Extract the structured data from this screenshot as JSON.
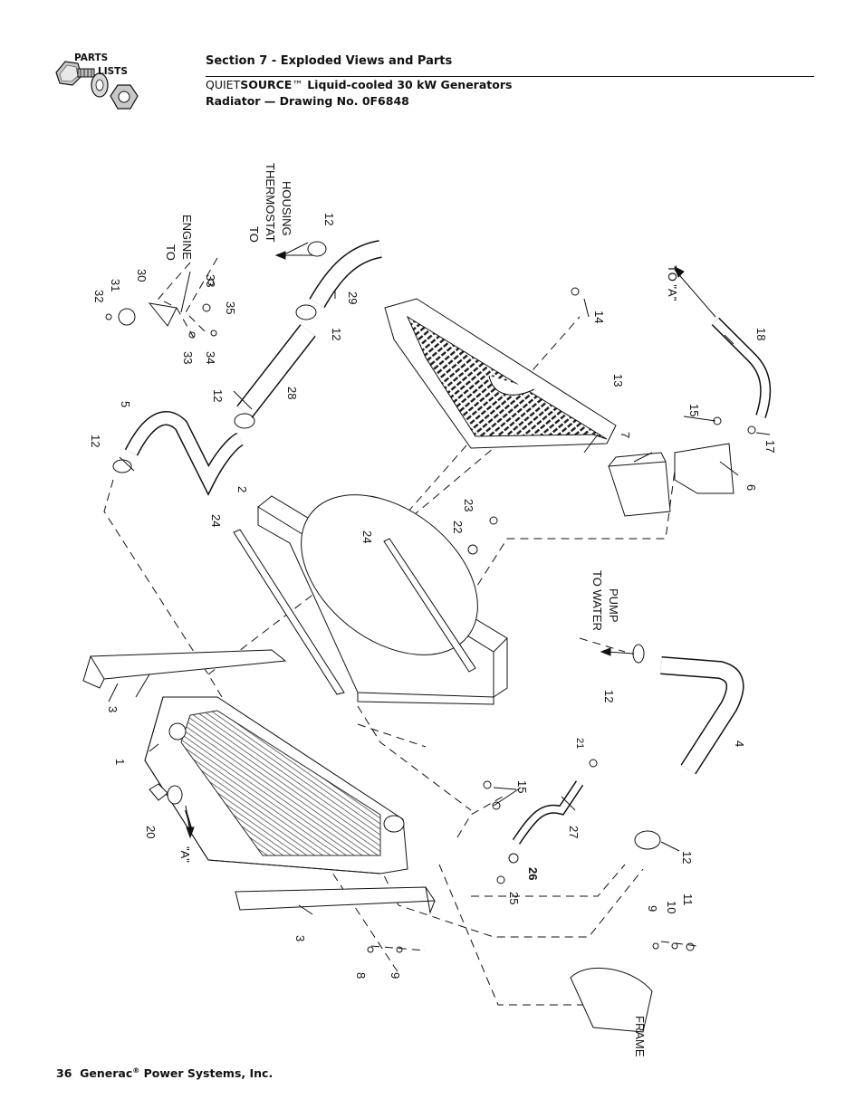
{
  "header": {
    "icon_name": "parts-lists-hardware-icon",
    "icon_words": [
      "PARTS",
      "LISTS"
    ],
    "section_title": "Section 7 - Exploded Views and Parts",
    "product_prefix": "QUIET",
    "product_brand": "SOURCE",
    "product_tm": "™",
    "product_rest": " Liquid-cooled 30 kW Generators",
    "drawing_title": "Radiator — Drawing No. 0F6848"
  },
  "callouts": [
    {
      "id": "c32",
      "text": "32"
    },
    {
      "id": "c31",
      "text": "31"
    },
    {
      "id": "c30",
      "text": "30"
    },
    {
      "id": "c33a",
      "text": "33"
    },
    {
      "id": "c35",
      "text": "35"
    },
    {
      "id": "c33b",
      "text": "33"
    },
    {
      "id": "c34",
      "text": "34"
    },
    {
      "id": "c12a",
      "text": "12"
    },
    {
      "id": "c12b",
      "text": "12"
    },
    {
      "id": "c29",
      "text": "29"
    },
    {
      "id": "c12c",
      "text": "12"
    },
    {
      "id": "c12d",
      "text": "12"
    },
    {
      "id": "c28",
      "text": "28"
    },
    {
      "id": "c5",
      "text": "5"
    },
    {
      "id": "c12e",
      "text": "12"
    },
    {
      "id": "c14",
      "text": "14"
    },
    {
      "id": "c13",
      "text": "13"
    },
    {
      "id": "c7",
      "text": "7"
    },
    {
      "id": "c15a",
      "text": "15"
    },
    {
      "id": "c6",
      "text": "6"
    },
    {
      "id": "c17",
      "text": "17"
    },
    {
      "id": "c18",
      "text": "18"
    },
    {
      "id": "c2",
      "text": "2"
    },
    {
      "id": "c24a",
      "text": "24"
    },
    {
      "id": "c24b",
      "text": "24"
    },
    {
      "id": "c22",
      "text": "22"
    },
    {
      "id": "c23",
      "text": "23"
    },
    {
      "id": "c3a",
      "text": "3"
    },
    {
      "id": "c1",
      "text": "1"
    },
    {
      "id": "c20",
      "text": "20"
    },
    {
      "id": "c12f",
      "text": "12"
    },
    {
      "id": "c4",
      "text": "4"
    },
    {
      "id": "c21",
      "text": "21"
    },
    {
      "id": "c15b",
      "text": "15"
    },
    {
      "id": "c27",
      "text": "27"
    },
    {
      "id": "c26",
      "text": "26"
    },
    {
      "id": "c25",
      "text": "25"
    },
    {
      "id": "c12g",
      "text": "12"
    },
    {
      "id": "c3b",
      "text": "3"
    },
    {
      "id": "c9a",
      "text": "9"
    },
    {
      "id": "c10",
      "text": "10"
    },
    {
      "id": "c11",
      "text": "11"
    },
    {
      "id": "c8",
      "text": "8"
    },
    {
      "id": "c9b",
      "text": "9"
    }
  ],
  "notes": {
    "to_engine": [
      "TO",
      "ENGINE"
    ],
    "to_thermostat": [
      "TO",
      "THERMOSTAT",
      "HOUSING"
    ],
    "to_a": "TO \"A\"",
    "to_water_pump": [
      "TO WATER",
      "PUMP"
    ],
    "a_marker": "\"A\"",
    "frame": "FRAME"
  },
  "footer": {
    "page_number": "36",
    "company": "Generac",
    "reg": "®",
    "company_rest": " Power Systems, Inc."
  }
}
